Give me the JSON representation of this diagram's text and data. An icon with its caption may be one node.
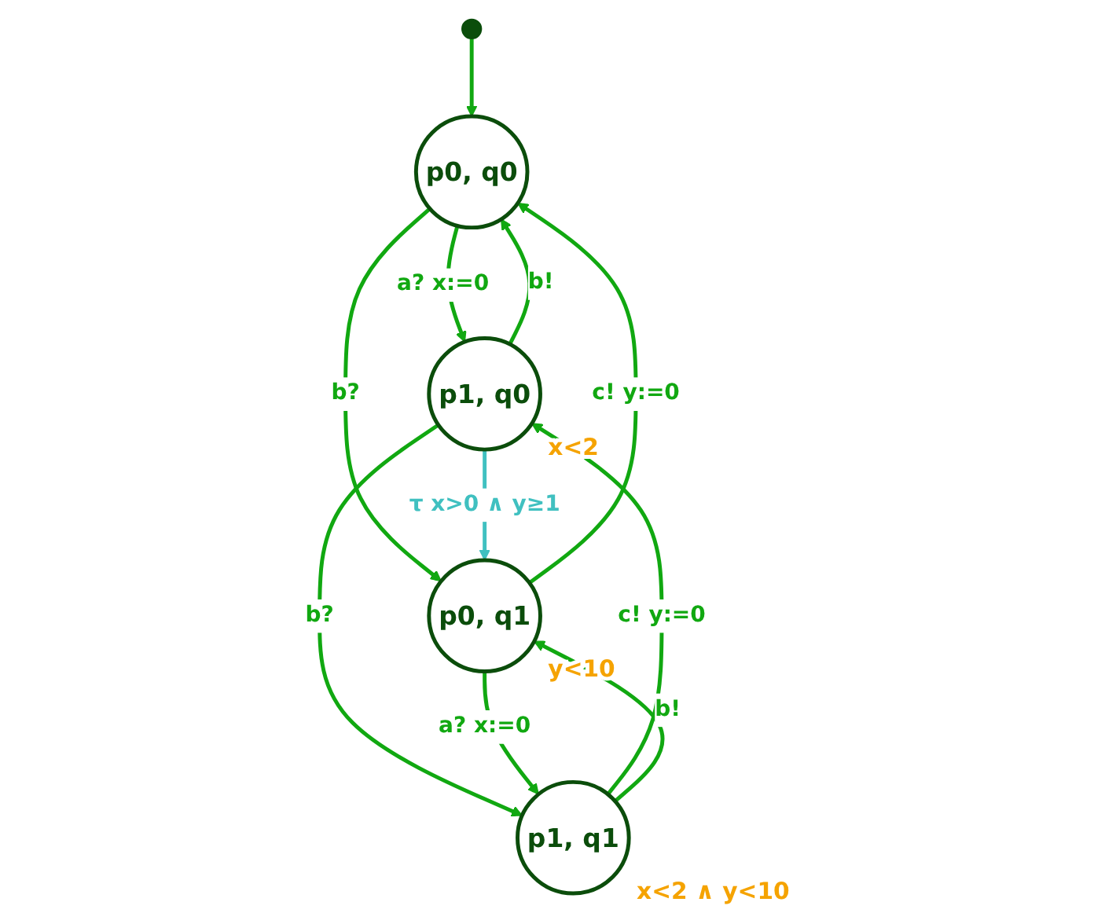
{
  "diagram": {
    "nodes": [
      {
        "text": [
          "p0, q0"
        ]
      },
      {
        "text": [
          "p1, q0"
        ],
        "beside": [
          "x<2"
        ]
      },
      {
        "text": [
          "p0, q1"
        ],
        "beside": [
          "y<10"
        ]
      },
      {
        "text": [
          "p1, q1"
        ],
        "beside": [
          "x<2 ∧ y<10"
        ]
      }
    ],
    "edges": [
      {
        "from": null,
        "to": 0,
        "arrow": "to"
      },
      {
        "from": 0,
        "to": 1,
        "arrow": "to",
        "label": "a? x:=0"
      },
      {
        "from": 1,
        "to": 0,
        "arrow": "to",
        "label": "b!"
      },
      {
        "from": 0,
        "to": 2,
        "arrow": "to",
        "label": "b?"
      },
      {
        "from": 2,
        "to": 0,
        "arrow": "to",
        "label": "c! y:=0"
      },
      {
        "from": 1,
        "to": 2,
        "arrow": "to",
        "label": "τ x>0 ∧ y≥1",
        "color": "#40c0c0"
      },
      {
        "from": 1,
        "to": 3,
        "arrow": "to",
        "label": "b?"
      },
      {
        "from": 3,
        "to": 1,
        "arrow": "to",
        "label": "c! y:=0"
      },
      {
        "from": 2,
        "to": 3,
        "arrow": "to",
        "label": "a? x:=0"
      },
      {
        "from": 3,
        "to": 2,
        "arrow": "to",
        "label": "b!"
      }
    ]
  }
}
